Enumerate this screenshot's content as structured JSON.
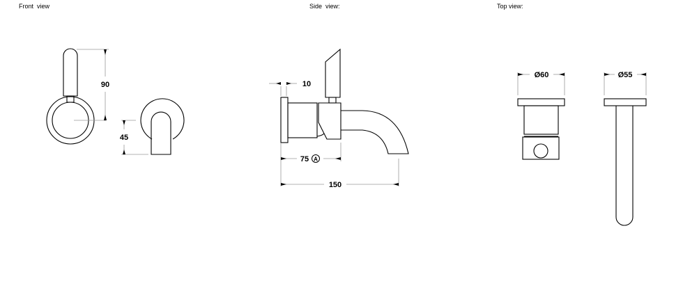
{
  "views": {
    "front": {
      "label": "Front  view"
    },
    "side": {
      "label": "Side  view:"
    },
    "top": {
      "label": "Top view:"
    }
  },
  "dimensions": {
    "front_lever_height": "90",
    "front_spout_height": "45",
    "side_plate_thickness": "10",
    "side_body_depth": "75",
    "side_body_depth_marker": "A",
    "side_total_projection": "150",
    "top_mixer_diameter": "Ø60",
    "top_spout_diameter": "Ø55"
  },
  "colors": {
    "line": "#000000",
    "dimension_line": "#9a9a9a",
    "background": "#ffffff"
  }
}
